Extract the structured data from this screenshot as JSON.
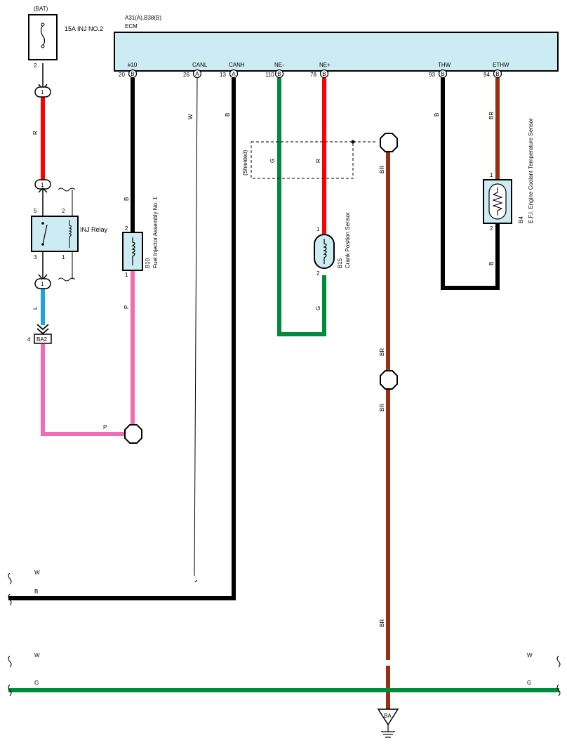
{
  "power": {
    "source_label": "(BAT)",
    "fuse_label": "15A INJ NO.2",
    "fuse_pin": "2"
  },
  "ecm": {
    "connectors_label": "A31(A),B38(B)",
    "name": "ECM",
    "pins": [
      {
        "name": "#10",
        "num": "20",
        "conn": "B"
      },
      {
        "name": "CANL",
        "num": "26",
        "conn": "A"
      },
      {
        "name": "CANH",
        "num": "13",
        "conn": "A"
      },
      {
        "name": "NE-",
        "num": "110",
        "conn": "B"
      },
      {
        "name": "NE+",
        "num": "78",
        "conn": "B"
      },
      {
        "name": "THW",
        "num": "93",
        "conn": "B"
      },
      {
        "name": "ETHW",
        "num": "94",
        "conn": "B"
      }
    ]
  },
  "relay": {
    "label": "INJ Relay",
    "pins": [
      "5",
      "2",
      "3",
      "1"
    ]
  },
  "splices": [
    "1",
    "1",
    "1"
  ],
  "connector_ba2": {
    "pin": "4",
    "label": "BA2"
  },
  "injector": {
    "code": "B10",
    "name": "Fuel Injector Assembly No. 1",
    "pins": [
      "2",
      "1"
    ]
  },
  "crank_sensor": {
    "code": "B15",
    "name": "Crank Position Sensor",
    "pins": [
      "1",
      "2"
    ]
  },
  "coolant_sensor": {
    "code": "B4",
    "name": "E.F.I. Engine Coolant Temperature Sensor",
    "pins": [
      "1",
      "2"
    ]
  },
  "shielded_label": "(Shielded)",
  "ground_label": "BA",
  "wire_labels": {
    "r": "R",
    "l": "L",
    "b": "B",
    "p": "P",
    "w": "W",
    "g": "G",
    "br": "BR"
  },
  "colors": {
    "black": "#000000",
    "red": "#ff0000",
    "green": "#008a3c",
    "pink": "#f06cb4",
    "blue": "#1fa3d8",
    "brown": "#9a3010",
    "box": "#cdebf2"
  }
}
